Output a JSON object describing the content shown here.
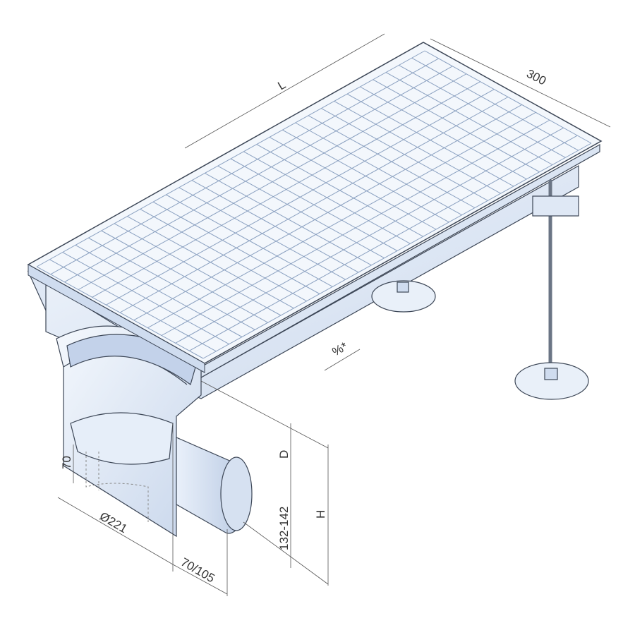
{
  "drawing": {
    "labels": {
      "length": "L",
      "width": "300",
      "slope": "%*",
      "depth": "D",
      "height": "H",
      "outlet_offset": "70",
      "outlet_diameter": "Ø221",
      "outlet_height": "132-142",
      "outlet_length": "70/105"
    },
    "colors": {
      "metal_light": "#eef4fb",
      "metal_mid": "#cfdcef",
      "metal_dark": "#9fb3cf",
      "outline": "#3c4656"
    }
  }
}
